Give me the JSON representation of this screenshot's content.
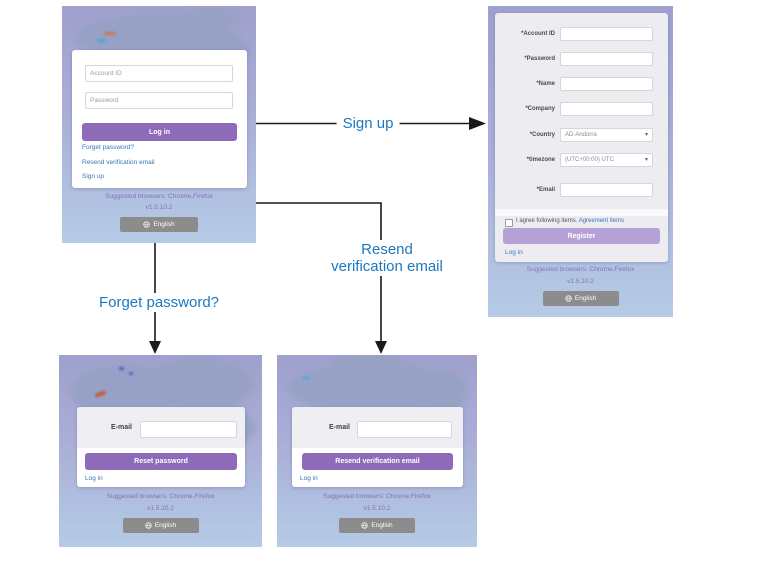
{
  "edge_labels": {
    "sign_up": "Sign up",
    "forget_password": "Forget password?",
    "resend_line1": "Resend",
    "resend_line2": "verification email"
  },
  "login_screen": {
    "account_id_placeholder": "Account ID",
    "password_placeholder": "Password",
    "log_in_button": "Log in",
    "forget_password_link": "Forget password?",
    "resend_verification_link": "Resend verification email",
    "sign_up_link": "Sign up",
    "suggested_browsers": "Suggested browsers: Chrome,Firefox",
    "version": "v1.5.10.2",
    "language_button": "English"
  },
  "register_screen": {
    "fields": [
      {
        "label": "*Account ID",
        "value": ""
      },
      {
        "label": "*Password",
        "value": ""
      },
      {
        "label": "*Name",
        "value": ""
      },
      {
        "label": "*Company",
        "value": ""
      },
      {
        "label": "*Country",
        "value": "AD-Andorra"
      },
      {
        "label": "*timezone",
        "value": "(UTC+00:00) UTC"
      },
      {
        "label": "*Email",
        "value": ""
      }
    ],
    "caret_icon": "▾",
    "agree_text": "I agree following items.",
    "agreement_link": "Agreement items",
    "register_button": "Register",
    "log_in_link": "Log in",
    "suggested_browsers": "Suggested browsers: Chrome,Firefox",
    "version": "v1.5.10.2",
    "language_button": "English"
  },
  "reset_screen": {
    "email_label": "E-mail",
    "reset_button": "Reset password",
    "log_in_link": "Log in",
    "suggested_browsers": "Suggested browsers: Chrome,Firefox",
    "version": "v1.5.10.2",
    "language_button": "English"
  },
  "resend_screen": {
    "email_label": "E-mail",
    "resend_button": "Resend verification email",
    "log_in_link": "Log in",
    "suggested_browsers": "Suggested browsers: Chrome,Firefox",
    "version": "v1.5.10.2",
    "language_button": "English"
  },
  "colors": {
    "primary_button_purple": "#8d6bb8",
    "register_button_purple": "#b5a1d5",
    "link_blue": "#3878b5",
    "edge_label_blue": "#1b78c1",
    "footer_text_purple": "#8472b6",
    "language_button_gray": "#8c8c8c"
  }
}
